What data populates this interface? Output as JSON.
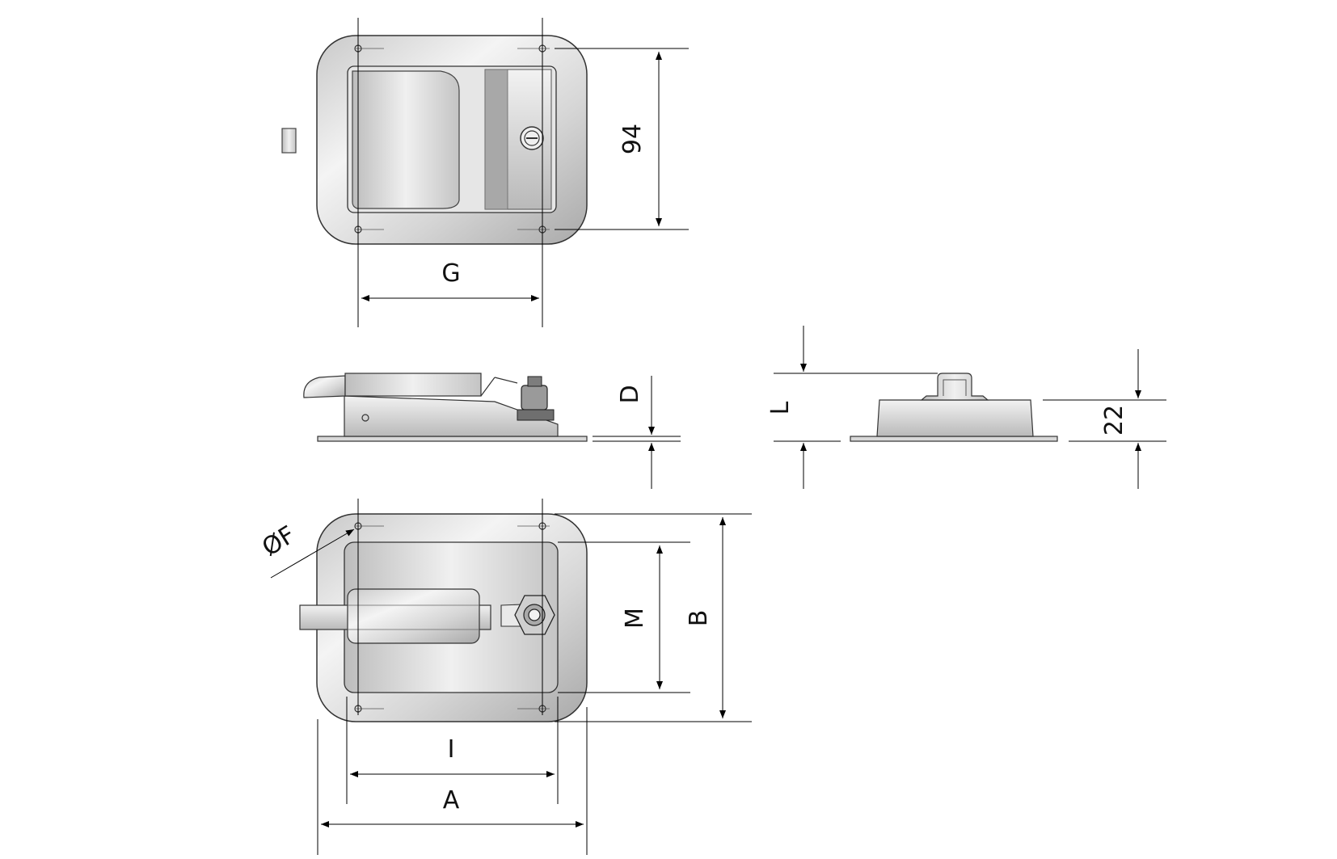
{
  "drawing": {
    "views": [
      "front-view",
      "side-view",
      "end-view",
      "rear-view"
    ],
    "dimensions": {
      "height_top": "94",
      "hole_spacing_top": "G",
      "depth_side": "D",
      "height_end": "L",
      "height_end_value": "22",
      "hole_diameter": "ØF",
      "cutout_height": "M",
      "overall_height": "B",
      "cutout_width": "I",
      "overall_width": "A"
    }
  }
}
